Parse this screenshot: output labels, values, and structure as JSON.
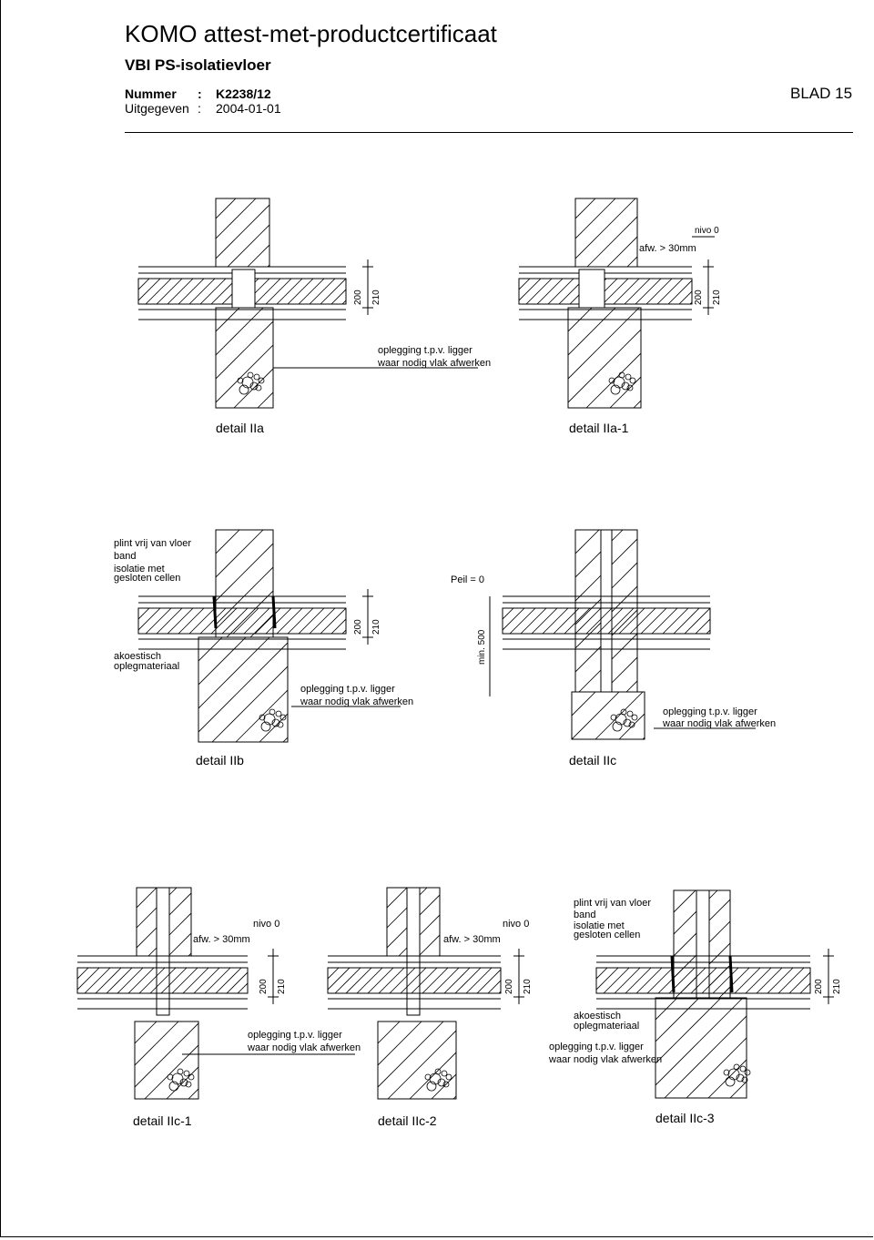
{
  "header": {
    "title": "KOMO attest-met-productcertificaat",
    "subtitle": "VBI PS-isolatievloer",
    "nummer_label": "Nummer",
    "nummer_value": "K2238/12",
    "uitgegeven_label": "Uitgegeven",
    "uitgegeven_value": "2004-01-01",
    "sep": ":",
    "blad": "BLAD 15"
  },
  "details": {
    "IIa": "detail IIa",
    "IIa1": "detail IIa-1",
    "IIb": "detail IIb",
    "IIc": "detail IIc",
    "IIc1": "detail IIc-1",
    "IIc2": "detail IIc-2",
    "IIc3": "detail IIc-3"
  },
  "labels": {
    "dim_200": "200",
    "dim_210": "210",
    "oplegging": "oplegging t.p.v. ligger",
    "vlak": "waar nodig vlak afwerken",
    "afw": "afw. > 30mm",
    "nivo": "nivo 0",
    "peil": "Peil = 0",
    "min500": "min. 500",
    "plint": "plint vrij van vloer",
    "band": "band",
    "isolatie": "isolatie met",
    "gesloten": "gesloten cellen",
    "akoestisch": "akoestisch",
    "oplegmateriaal": "oplegmateriaal"
  }
}
